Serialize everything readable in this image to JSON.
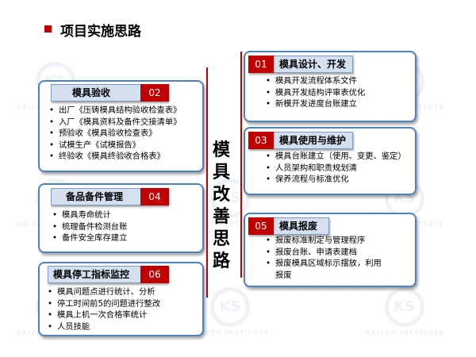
{
  "page_title": "项目实施思路",
  "center_title": [
    "模",
    "具",
    "改",
    "善",
    "思",
    "路"
  ],
  "watermark": {
    "logo_text": "KS",
    "caption": "KAIZEN INSTITUTE"
  },
  "left_cards": [
    {
      "title": "模具验收",
      "num": "02",
      "items": [
        "出厂《压铸模具结构验收检查表》",
        "入厂《模具资料及备件交接清单》",
        "预验收《模具验收检查表》",
        "试模生产《试模报告》",
        "终验收《模具终验收合格表》"
      ]
    },
    {
      "title": "备品备件管理",
      "num": "04",
      "items": [
        "模具寿命统计",
        "梳理备件检测台账",
        "备件安全库存建立"
      ]
    },
    {
      "title": "模具停工指标监控",
      "num": "06",
      "items": [
        "模具问题点进行统计、分析",
        "停工时间前5的问题进行整改",
        "模具上机一次合格率统计",
        "人员技能"
      ]
    }
  ],
  "right_cards": [
    {
      "title": "模具设计、开发",
      "num": "01",
      "items": [
        "模具开发流程体系文件",
        "模具开发结构评审表优化",
        "新模开发进度台账建立"
      ]
    },
    {
      "title": "模具使用与维护",
      "num": "03",
      "items": [
        "模具台账建立（使用、变更、鉴定）",
        "人员架构和职责规划清",
        "保养流程与标准优化"
      ]
    },
    {
      "title": "模具报废",
      "num": "05",
      "items": [
        "报废标准制定与管理程序",
        "报废台账、申请表建档",
        "报废模具区域标示摆放，利用",
        "报废"
      ]
    }
  ],
  "colors": {
    "accent_red": "#c00000",
    "card_border": "#4f81bd",
    "header_fill": "#d4dff0"
  }
}
